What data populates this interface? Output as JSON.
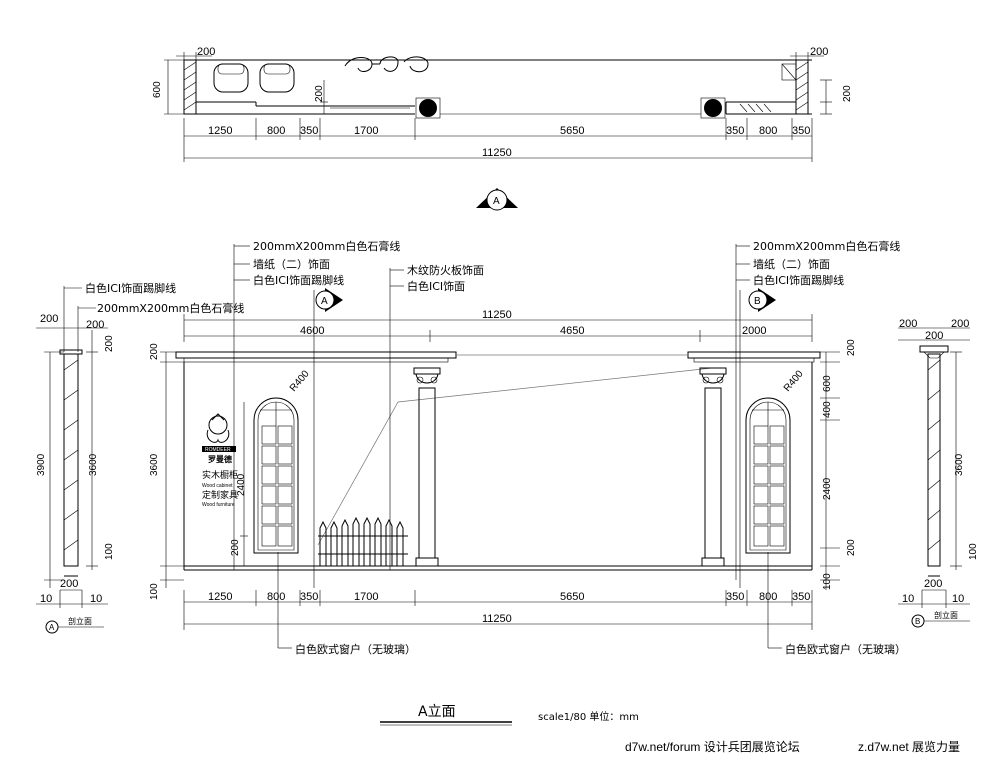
{
  "plan": {
    "dims_top": [
      "200",
      "200"
    ],
    "dims_left": [
      "600"
    ],
    "dims_right": [
      "200"
    ],
    "dim_inner": "200",
    "dims_row": [
      "1250",
      "800",
      "350",
      "1700",
      "5650",
      "350",
      "800",
      "350"
    ],
    "total": "11250"
  },
  "section_marker": "A",
  "elevation": {
    "notes_left": [
      "200mmX200mm白色石膏线",
      "墙纸（二）饰面",
      "白色ICI饰面踢脚线"
    ],
    "notes_mid": [
      "木纹防火板饰面",
      "白色ICI饰面"
    ],
    "notes_right": [
      "200mmX200mm白色石膏线",
      "墙纸（二）饰面",
      "白色ICI饰面踢脚线"
    ],
    "callout_a": "A",
    "callout_b": "B",
    "total_top": "11250",
    "top_segments": [
      "4600",
      "4650",
      "2000"
    ],
    "left_dims_outer": [
      "200",
      "3600",
      "100"
    ],
    "left_total": "3900",
    "left_dim_lower": "200",
    "window_height": "2400",
    "radius_label": "R400",
    "right_dims": [
      "200",
      "600",
      "400",
      "2400",
      "200",
      "100"
    ],
    "dims_row": [
      "1250",
      "800",
      "350",
      "1700",
      "5650",
      "350",
      "800",
      "350"
    ],
    "total_bottom": "11250",
    "window_note_left": "白色欧式窗户（无玻璃）",
    "window_note_right": "白色欧式窗户（无玻璃）",
    "logo_brand": "ROMDEER",
    "logo_cn": "罗曼德",
    "logo_text1": "实木橱柜",
    "logo_text1_en": "Wood cabinet",
    "logo_text2": "定制家具",
    "logo_text2_en": "Wood furniture"
  },
  "side_left": {
    "note1": "白色ICI饰面踢脚线",
    "note2": "200mmX200mm白色石膏线",
    "top_dims": [
      "200",
      "200"
    ],
    "right_top": "200",
    "total": "3900",
    "main": "3600",
    "bottom": "100",
    "base": "200",
    "feet": [
      "10",
      "10"
    ],
    "label_marker": "A",
    "label": "剖立面"
  },
  "side_right": {
    "top_dims": [
      "200",
      "200",
      "200"
    ],
    "main": "3600",
    "bottom": "100",
    "base": "200",
    "feet": [
      "10",
      "10"
    ],
    "label_marker": "B",
    "label": "剖立面"
  },
  "footer": {
    "title": "A立面",
    "scale": "scale1/80 单位：mm",
    "watermark1": "d7w.net/forum 设计兵团展览论坛",
    "watermark2": "z.d7w.net 展览力量"
  }
}
